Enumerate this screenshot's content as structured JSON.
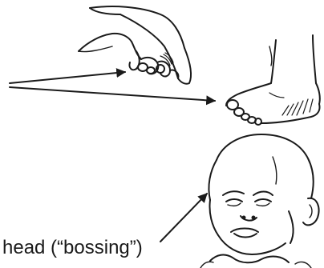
{
  "label": "head (“bossing”)",
  "colors": {
    "ink": "#1a1a1a",
    "background": "#ffffff"
  },
  "illustrations": [
    "hand-drawing",
    "foot-drawing",
    "baby-face-drawing"
  ]
}
